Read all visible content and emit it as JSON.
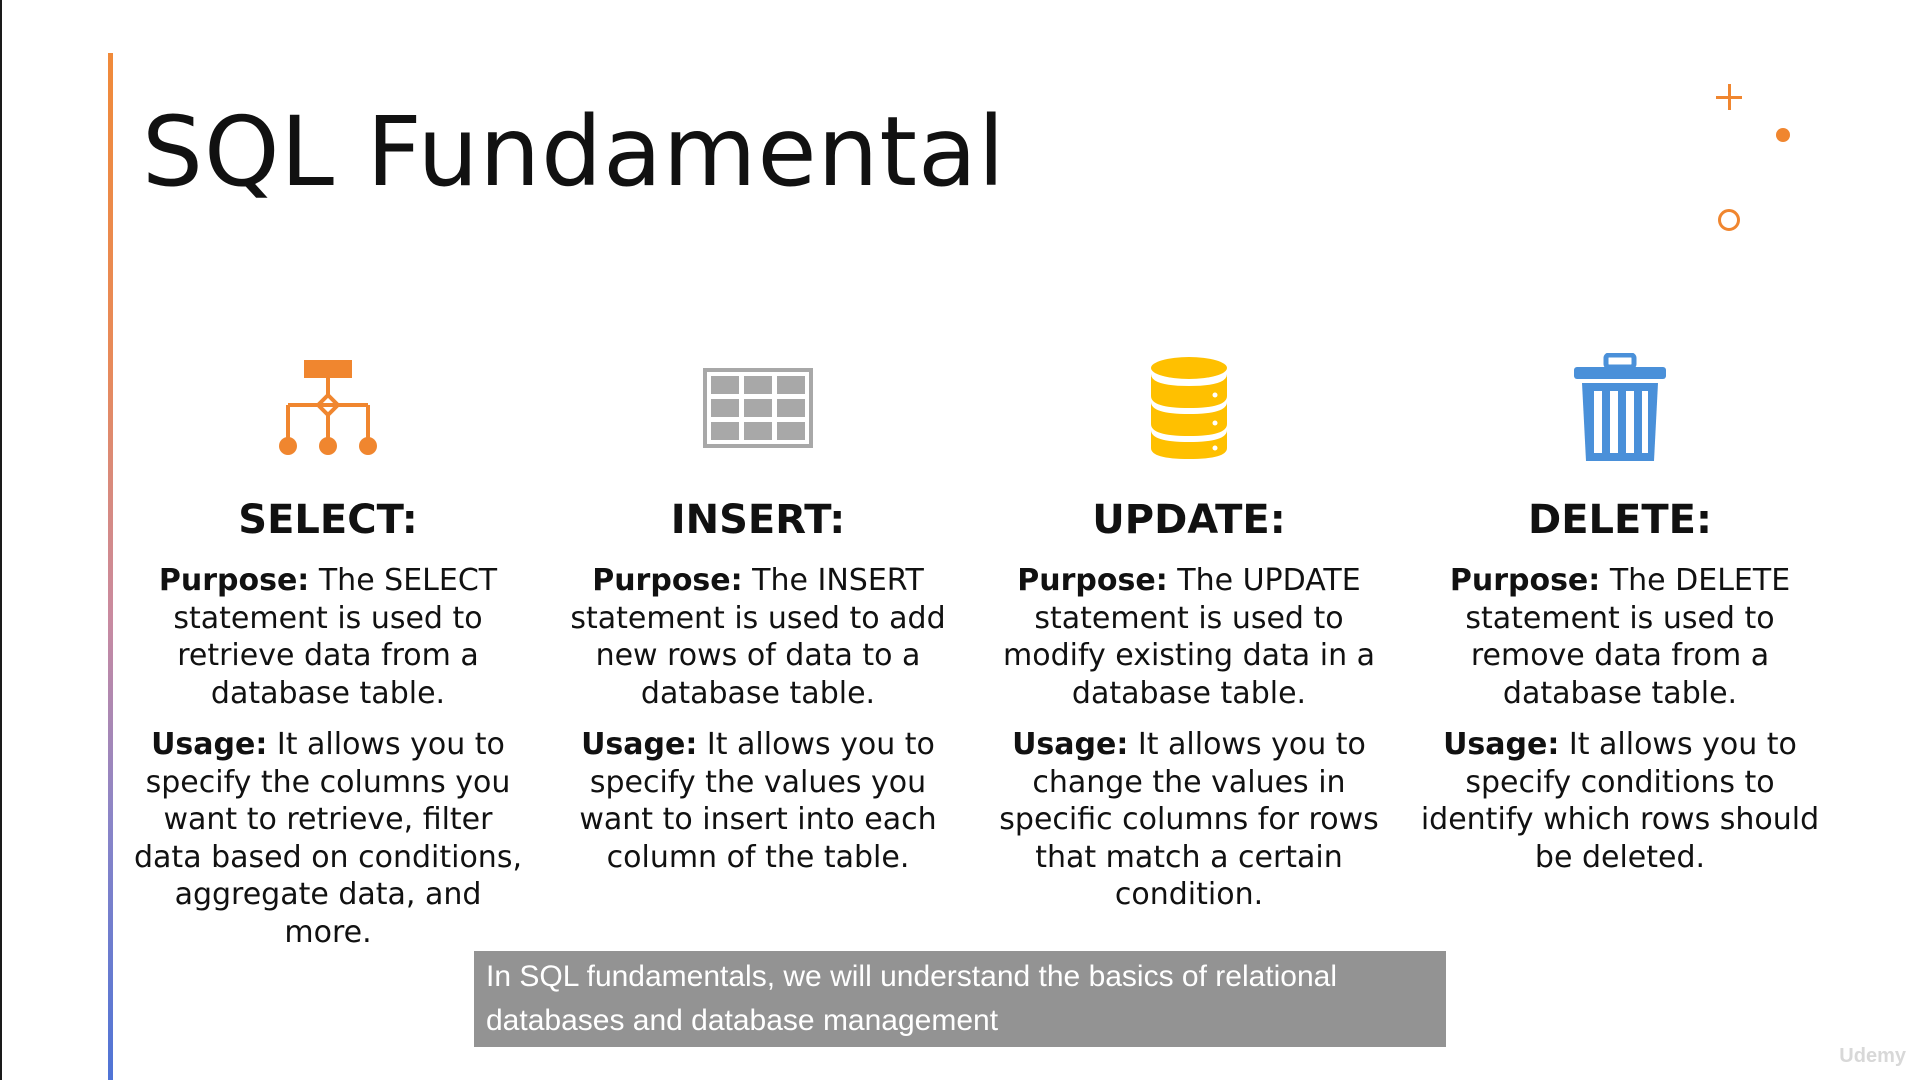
{
  "slide": {
    "title": "SQL Fundamental"
  },
  "colors": {
    "accent_orange": "#f0862f",
    "select_icon": "#f0862f",
    "insert_icon": "#a8a8a8",
    "update_icon": "#ffc000",
    "delete_icon": "#4a90d9",
    "caption_bg": "#808080"
  },
  "commands": [
    {
      "icon": "hierarchy-icon",
      "title": "SELECT:",
      "purpose_label": "Purpose:",
      "purpose_text": " The SELECT statement is used to retrieve data from a database table.",
      "usage_label": "Usage:",
      "usage_text": " It allows you to specify the columns you want to retrieve, filter data based on conditions, aggregate data, and more."
    },
    {
      "icon": "table-grid-icon",
      "title": "INSERT:",
      "purpose_label": "Purpose:",
      "purpose_text": " The INSERT statement is used to add new rows of data to a database table.",
      "usage_label": "Usage:",
      "usage_text": " It allows you to specify the values you want to insert into each column of the table."
    },
    {
      "icon": "database-icon",
      "title": "UPDATE:",
      "purpose_label": "Purpose:",
      "purpose_text": " The UPDATE statement is used to modify existing data in a database table.",
      "usage_label": "Usage:",
      "usage_text": " It allows you to change the values in specific columns for rows that match a certain condition."
    },
    {
      "icon": "trash-can-icon",
      "title": "DELETE:",
      "purpose_label": "Purpose:",
      "purpose_text": " The DELETE statement is used to remove data from a database table.",
      "usage_label": "Usage:",
      "usage_text": " It allows you to specify conditions to identify which rows should be deleted."
    }
  ],
  "caption": {
    "text": "In SQL fundamentals, we will understand the basics of relational databases and database management"
  },
  "watermark": {
    "text": "Udemy"
  }
}
